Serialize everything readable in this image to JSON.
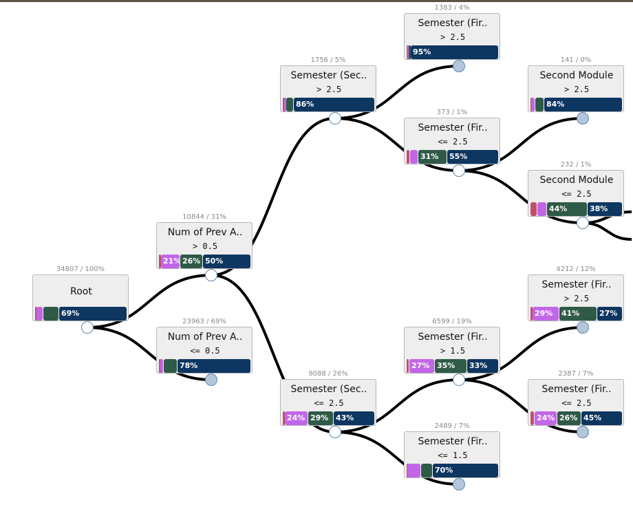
{
  "colors": {
    "class_a": "#c0506a",
    "class_b": "#c266e8",
    "class_c": "#2f5a48",
    "class_d": "#0d3660",
    "edge": "#000000",
    "circle_border": "#5f87a8",
    "leaf_fill": "#b3c6dc"
  },
  "nodes": [
    {
      "id": "root",
      "count": "34807 / 100%",
      "title": "Root",
      "rule": "",
      "bars": [
        {
          "c": "red",
          "w": 2,
          "t": ""
        },
        {
          "c": "pink",
          "w": 10,
          "t": ""
        },
        {
          "c": "green",
          "w": 23,
          "t": ""
        },
        {
          "c": "navy",
          "w": 99,
          "t": "69%"
        }
      ],
      "leaf": false
    },
    {
      "id": "n1",
      "count": "10844 / 31%",
      "title": "Num of Prev A..",
      "rule": "> 0.5",
      "bars": [
        {
          "c": "red",
          "w": 3,
          "t": ""
        },
        {
          "c": "pink",
          "w": 28,
          "t": "21%"
        },
        {
          "c": "green",
          "w": 33,
          "t": "26%"
        },
        {
          "c": "navy",
          "w": 70,
          "t": "50%"
        }
      ],
      "leaf": false
    },
    {
      "id": "n2",
      "count": "23963 / 69%",
      "title": "Num of Prev A..",
      "rule": "<= 0.5",
      "bars": [
        {
          "c": "red",
          "w": 2,
          "t": ""
        },
        {
          "c": "pink",
          "w": 5,
          "t": ""
        },
        {
          "c": "green",
          "w": 20,
          "t": ""
        },
        {
          "c": "navy",
          "w": 107,
          "t": "78%"
        }
      ],
      "leaf": true
    },
    {
      "id": "n3",
      "count": "1756 / 5%",
      "title": "Semester (Sec..",
      "rule": "> 2.5",
      "bars": [
        {
          "c": "red",
          "w": 2,
          "t": ""
        },
        {
          "c": "pink",
          "w": 3,
          "t": ""
        },
        {
          "c": "green",
          "w": 11,
          "t": ""
        },
        {
          "c": "navy",
          "w": 118,
          "t": "86%"
        }
      ],
      "leaf": false
    },
    {
      "id": "n4",
      "count": "9088 / 26%",
      "title": "Semester (Sec..",
      "rule": "<= 2.5",
      "bars": [
        {
          "c": "red",
          "w": 3,
          "t": ""
        },
        {
          "c": "pink",
          "w": 34,
          "t": "24%"
        },
        {
          "c": "green",
          "w": 37,
          "t": "29%"
        },
        {
          "c": "navy",
          "w": 60,
          "t": "43%"
        }
      ],
      "leaf": false
    },
    {
      "id": "n5",
      "count": "1383 / 4%",
      "title": "Semester (Fir..",
      "rule": "> 2.5",
      "bars": [
        {
          "c": "red",
          "w": 1,
          "t": ""
        },
        {
          "c": "pink",
          "w": 2,
          "t": ""
        },
        {
          "c": "green",
          "w": 3,
          "t": ""
        },
        {
          "c": "navy",
          "w": 128,
          "t": "95%"
        }
      ],
      "leaf": true
    },
    {
      "id": "n6",
      "count": "373 / 1%",
      "title": "Semester (Fir..",
      "rule": "<= 2.5",
      "bars": [
        {
          "c": "red",
          "w": 5,
          "t": ""
        },
        {
          "c": "pink",
          "w": 12,
          "t": ""
        },
        {
          "c": "green",
          "w": 42,
          "t": "31%"
        },
        {
          "c": "navy",
          "w": 75,
          "t": "55%"
        }
      ],
      "leaf": false
    },
    {
      "id": "n7",
      "count": "6599 / 19%",
      "title": "Semester (Fir..",
      "rule": "> 1.5",
      "bars": [
        {
          "c": "red",
          "w": 4,
          "t": ""
        },
        {
          "c": "pink",
          "w": 37,
          "t": "27%"
        },
        {
          "c": "green",
          "w": 47,
          "t": "35%"
        },
        {
          "c": "navy",
          "w": 46,
          "t": "33%"
        }
      ],
      "leaf": false
    },
    {
      "id": "n8",
      "count": "2489 / 7%",
      "title": "Semester (Fir..",
      "rule": "<= 1.5",
      "bars": [
        {
          "c": "red",
          "w": 1,
          "t": ""
        },
        {
          "c": "pink",
          "w": 20,
          "t": ""
        },
        {
          "c": "green",
          "w": 17,
          "t": ""
        },
        {
          "c": "navy",
          "w": 96,
          "t": "70%"
        }
      ],
      "leaf": true
    },
    {
      "id": "n9",
      "count": "141 / 0%",
      "title": "Second Module",
      "rule": "> 2.5",
      "bars": [
        {
          "c": "red",
          "w": 1,
          "t": ""
        },
        {
          "c": "pink",
          "w": 6,
          "t": ""
        },
        {
          "c": "green",
          "w": 13,
          "t": ""
        },
        {
          "c": "navy",
          "w": 114,
          "t": "84%"
        }
      ],
      "leaf": true
    },
    {
      "id": "n10",
      "count": "232 / 1%",
      "title": "Second Module",
      "rule": "<= 2.5",
      "bars": [
        {
          "c": "red",
          "w": 10,
          "t": ""
        },
        {
          "c": "pink",
          "w": 14,
          "t": ""
        },
        {
          "c": "green",
          "w": 59,
          "t": "44%"
        },
        {
          "c": "navy",
          "w": 51,
          "t": "38%"
        }
      ],
      "leaf": false
    },
    {
      "id": "n11",
      "count": "4212 / 12%",
      "title": "Semester (Fir..",
      "rule": "> 2.5",
      "bars": [
        {
          "c": "red",
          "w": 3,
          "t": ""
        },
        {
          "c": "pink",
          "w": 39,
          "t": "29%"
        },
        {
          "c": "green",
          "w": 55,
          "t": "41%"
        },
        {
          "c": "navy",
          "w": 37,
          "t": "27%"
        }
      ],
      "leaf": true
    },
    {
      "id": "n12",
      "count": "2387 / 7%",
      "title": "Semester (Fir..",
      "rule": "<= 2.5",
      "bars": [
        {
          "c": "red",
          "w": 6,
          "t": ""
        },
        {
          "c": "pink",
          "w": 33,
          "t": "24%"
        },
        {
          "c": "green",
          "w": 35,
          "t": "26%"
        },
        {
          "c": "navy",
          "w": 60,
          "t": "45%"
        }
      ],
      "leaf": true
    }
  ],
  "edges": [
    [
      "root",
      "n1"
    ],
    [
      "root",
      "n2"
    ],
    [
      "n1",
      "n3"
    ],
    [
      "n1",
      "n4"
    ],
    [
      "n3",
      "n5"
    ],
    [
      "n3",
      "n6"
    ],
    [
      "n4",
      "n7"
    ],
    [
      "n4",
      "n8"
    ],
    [
      "n6",
      "n9"
    ],
    [
      "n6",
      "n10"
    ],
    [
      "n7",
      "n11"
    ],
    [
      "n7",
      "n12"
    ],
    [
      "n10",
      "off1"
    ],
    [
      "n10",
      "off2"
    ]
  ]
}
